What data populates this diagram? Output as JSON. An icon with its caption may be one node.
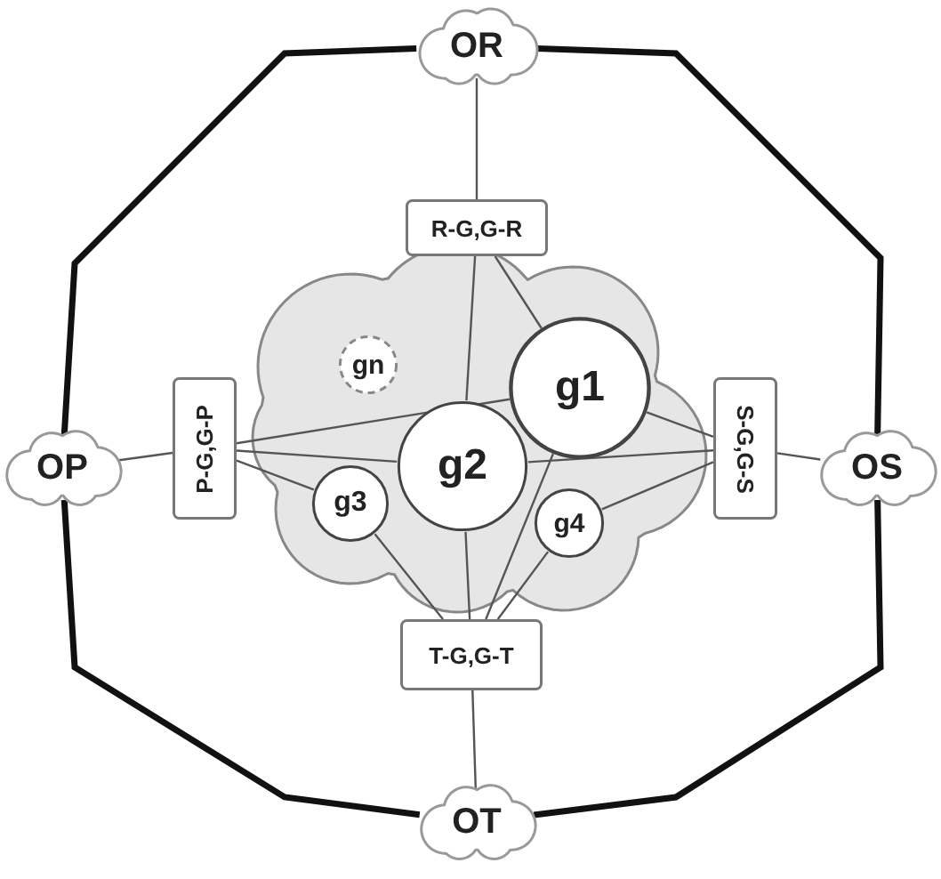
{
  "diagram": {
    "nodes": [
      {
        "text": [
          "OR"
        ]
      },
      {
        "text": [
          "R-G,G-R"
        ]
      },
      {
        "text": [],
        "shape": "cloud"
      },
      {
        "text": [
          "gn"
        ],
        "in": 2
      },
      {
        "text": [
          "g1"
        ],
        "in": 2
      },
      {
        "text": [
          "P-G,G-P"
        ]
      },
      {
        "text": [
          "OP"
        ]
      },
      {
        "text": [
          "g2"
        ],
        "in": 2
      },
      {
        "text": [
          "S-G,G-S"
        ]
      },
      {
        "text": [
          "OS"
        ]
      },
      {
        "text": [
          "g3"
        ],
        "in": 2
      },
      {
        "text": [
          "g4"
        ],
        "in": 2
      },
      {
        "text": [
          "T-G,G-T"
        ]
      },
      {
        "text": [
          "OT"
        ]
      }
    ],
    "edges": [
      {
        "from": 0,
        "to": 1,
        "arrow": "none"
      },
      {
        "from": 6,
        "to": 5,
        "arrow": "none"
      },
      {
        "from": 9,
        "to": 8,
        "arrow": "none"
      },
      {
        "from": 13,
        "to": 12,
        "arrow": "none"
      },
      {
        "from": 1,
        "to": 4,
        "arrow": "none"
      },
      {
        "from": 1,
        "to": 7,
        "arrow": "none"
      },
      {
        "from": 5,
        "to": 4,
        "arrow": "none"
      },
      {
        "from": 5,
        "to": 7,
        "arrow": "none"
      },
      {
        "from": 5,
        "to": 10,
        "arrow": "none"
      },
      {
        "from": 8,
        "to": 4,
        "arrow": "none"
      },
      {
        "from": 8,
        "to": 7,
        "arrow": "none"
      },
      {
        "from": 8,
        "to": 11,
        "arrow": "none"
      },
      {
        "from": 12,
        "to": 4,
        "arrow": "none"
      },
      {
        "from": 12,
        "to": 7,
        "arrow": "none"
      },
      {
        "from": 12,
        "to": 10,
        "arrow": "none"
      },
      {
        "from": 12,
        "to": 11,
        "arrow": "none"
      },
      {
        "from": 0,
        "to": 9,
        "arrow": "none",
        "style": "thick"
      },
      {
        "from": 9,
        "to": 13,
        "arrow": "none",
        "style": "thick"
      },
      {
        "from": 13,
        "to": 6,
        "arrow": "none",
        "style": "thick"
      },
      {
        "from": 6,
        "to": 0,
        "arrow": "none",
        "style": "thick"
      }
    ]
  }
}
